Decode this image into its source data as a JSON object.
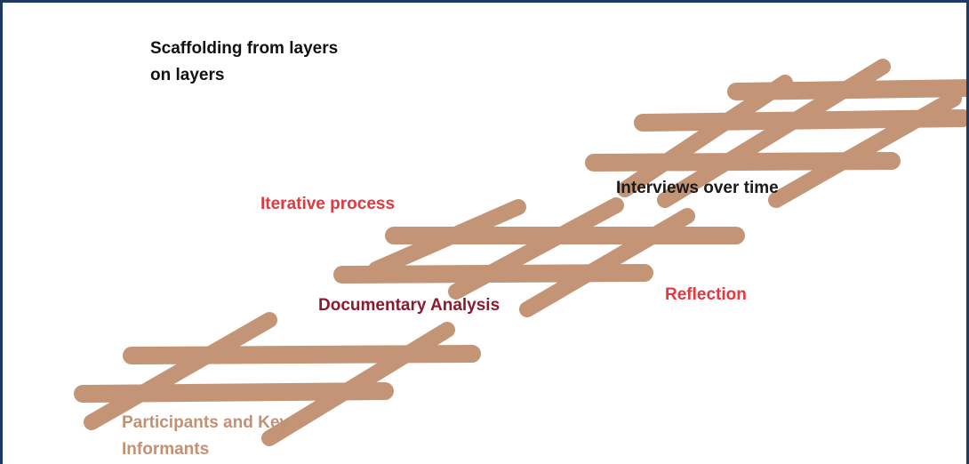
{
  "title_line1": "Scaffolding from layers",
  "title_line2": "on layers",
  "labels": {
    "iterative": "Iterative process",
    "interviews": "Interviews over time",
    "documentary": "Documentary Analysis",
    "reflection": "Reflection",
    "participants_line1": "Participants and Key",
    "participants_line2": "Informants"
  },
  "colors": {
    "scaffold": "#b9825f",
    "frame_border": "#1f3a5f",
    "red_label": "#e4373e",
    "maroon_label": "#8b1a2e",
    "tan_label": "#c39072"
  }
}
